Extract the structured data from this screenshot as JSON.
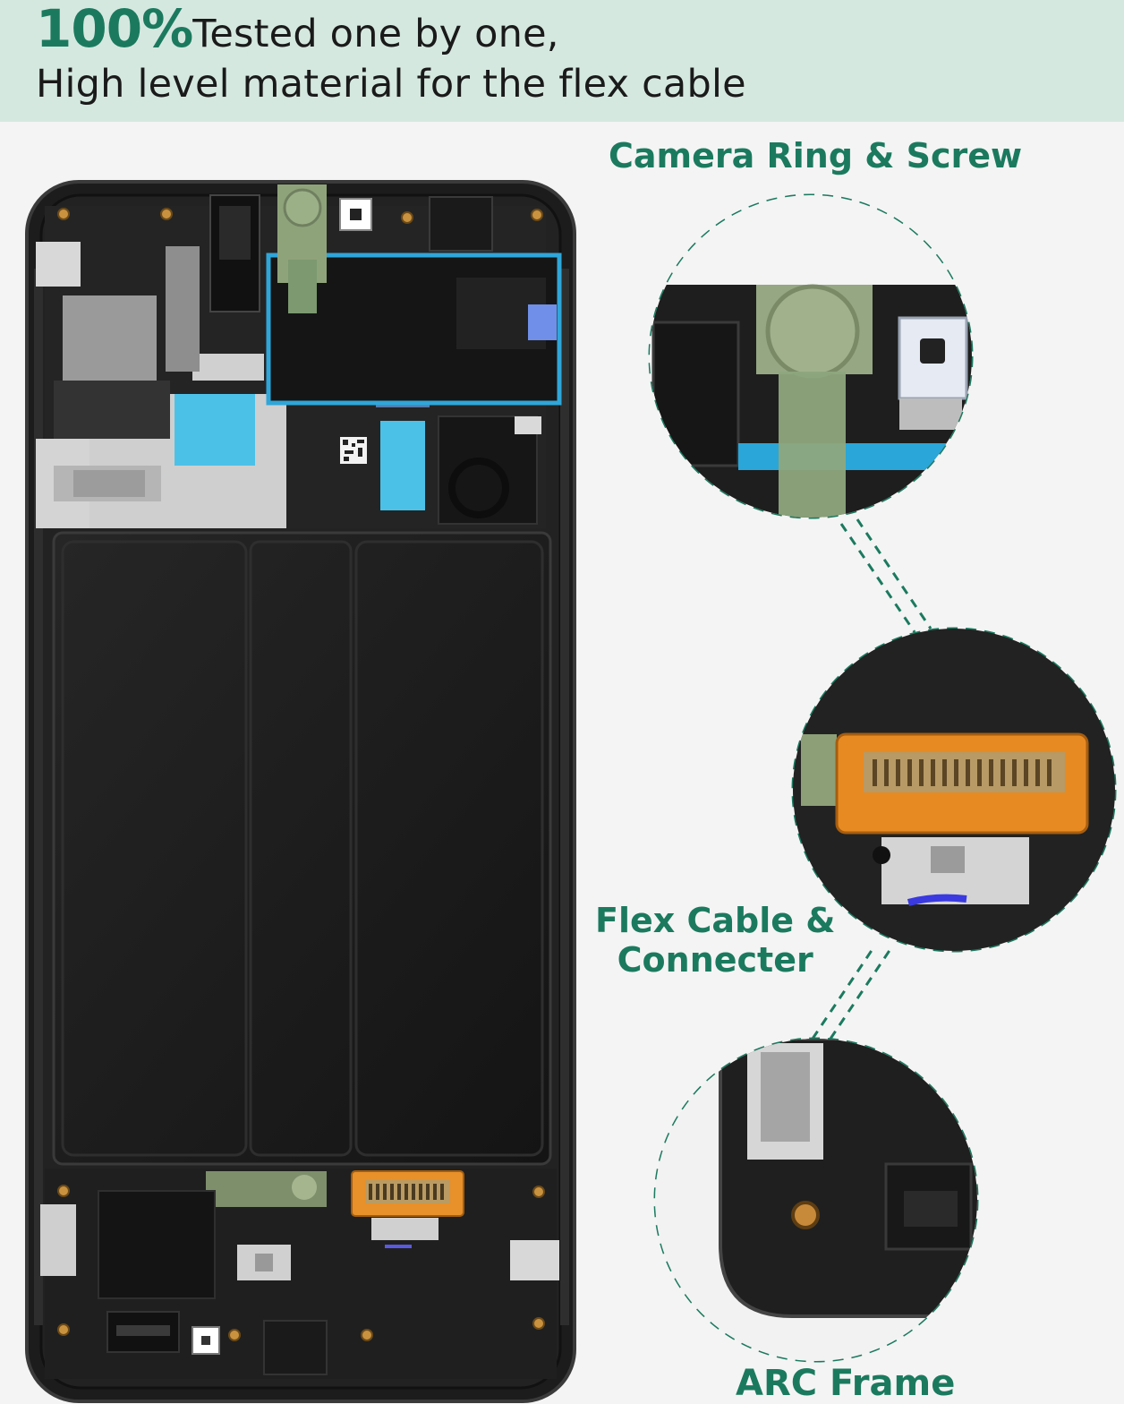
{
  "headline": {
    "percent": "100%",
    "line1_rest": "Tested one by one,",
    "line2": "High level material for the flex cable"
  },
  "callouts": [
    {
      "label": "Camera Ring & Screw"
    },
    {
      "label_line1": "Flex Cable &",
      "label_line2": "Connecter"
    },
    {
      "label": "ARC Frame"
    }
  ],
  "colors": {
    "accent_green": "#1b7a5e",
    "banner_bg": "#d5e8e0",
    "frame_black": "#1c1c1c",
    "connector_orange": "#e8902a"
  }
}
